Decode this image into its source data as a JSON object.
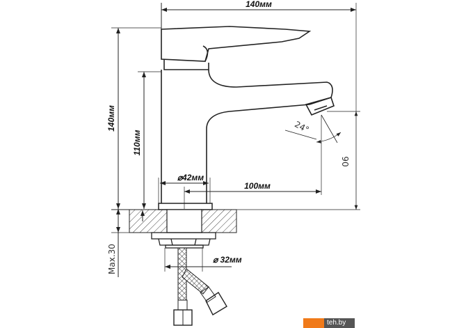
{
  "dimensions": {
    "width_total": "140мм",
    "height_total": "140мм",
    "height_spout": "110мм",
    "base_diameter": "⌀42мм",
    "spout_reach": "100мм",
    "spout_clearance": "90",
    "angle": "24°",
    "max_countertop": "Max.30",
    "hole_diameter": "⌀ 32мм"
  },
  "watermark": "teh.by",
  "colors": {
    "line": "#222222",
    "watermark_orange": "#f07a1a",
    "watermark_gray": "#555555"
  }
}
